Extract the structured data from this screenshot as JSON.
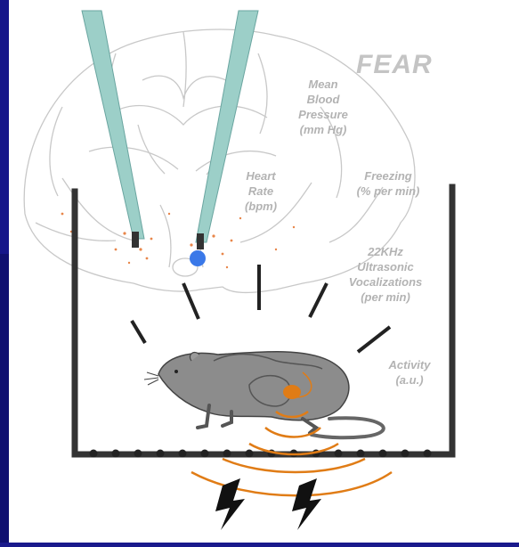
{
  "title": "FEAR",
  "measures": {
    "blood_pressure": [
      "Mean",
      "Blood",
      "Pressure",
      "(mm Hg)"
    ],
    "heart_rate": [
      "Heart",
      "Rate",
      "(bpm)"
    ],
    "freezing": [
      "Freezing",
      "(% per min)"
    ],
    "vocalizations": [
      "22KHz",
      "Ultrasonic",
      "Vocalizations",
      "(per min)"
    ],
    "activity": [
      "Activity",
      "(a.u.)"
    ]
  },
  "colors": {
    "background": "#16168a",
    "probe": "#9ccfc8",
    "cage": "#333333",
    "stimulus": "#e07c16",
    "blue_lesion": "#3a78e8",
    "rat_body": "#8c8c8c"
  }
}
